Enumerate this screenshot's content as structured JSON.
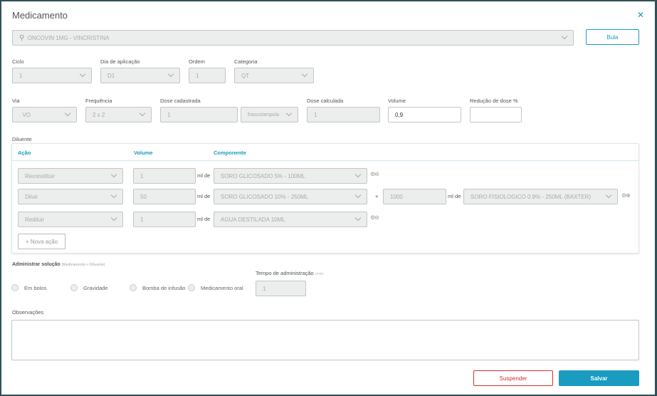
{
  "title": "Medicamento",
  "search": {
    "value": "ONCOVIN 1MG - VINCRISTINA",
    "icon": "search-icon"
  },
  "bula_label": "Bula",
  "row1": {
    "ciclo_label": "Ciclo",
    "ciclo": "1",
    "dia_label": "Dia de aplicação",
    "dia": "D1",
    "ordem_label": "Ordem",
    "ordem": "1",
    "categoria_label": "Categoria",
    "categoria": "QT"
  },
  "row2": {
    "via_label": "Via",
    "via": ". VO",
    "freq_label": "Frequência",
    "freq": "2 x 2",
    "dose_cad_label": "Dose cadastrada",
    "dose_cad": "1",
    "unidade": "frasco/ampola",
    "dose_calc_label": "Dose calculada",
    "dose_calc": "1",
    "volume_label": "Volume",
    "volume": "0,9",
    "reducao_label": "Redução de dose %",
    "reducao": ""
  },
  "diluente": {
    "label": "Diluente",
    "headers": {
      "acao": "Ação",
      "volume": "Volume",
      "componente": "Componente"
    },
    "rows": [
      {
        "acao": "Reconstituir",
        "volume": "1",
        "unit": "ml de",
        "componente": "SORO GLICOSADO 5% - 100ML"
      },
      {
        "acao": "Diluir",
        "volume": "50",
        "unit": "ml de",
        "componente": "SORO GLICOSADO 10% - 250ML",
        "plus": "+",
        "volume2": "1000",
        "unit2": "ml de",
        "componente2": "SORO FISIOLOGICO 0.9% - 250ML (BAXTER)"
      },
      {
        "acao": "Rediluir",
        "volume": "1",
        "unit": "ml de",
        "componente": "AGUA DESTILADA 10ML"
      }
    ],
    "nova_acao": "+ Nova ação"
  },
  "administrar": {
    "label": "Administrar solução",
    "hint": "(Medicamento + Diluente)",
    "options": [
      "Em bolos",
      "Gravidade",
      "Bomba de infusão",
      "Medicamento oral"
    ],
    "tempo_label": "Tempo de administração",
    "tempo_unit": "(min)",
    "tempo": "1"
  },
  "observacoes_label": "Observações",
  "observacoes": "",
  "suspender": "Suspender",
  "salvar": "Salvar",
  "colors": {
    "accent": "#1a9bc0",
    "danger": "#d0302f"
  }
}
